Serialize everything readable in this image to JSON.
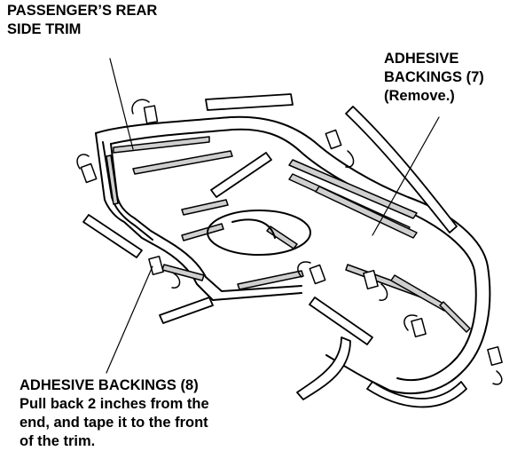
{
  "labels": {
    "passenger_trim": [
      "PASSENGER’S REAR",
      "SIDE TRIM"
    ],
    "backings_7": [
      "ADHESIVE",
      "BACKINGS (7)",
      "(Remove.)"
    ],
    "backings_8": [
      "ADHESIVE BACKINGS (8)",
      "Pull back 2 inches from the",
      "end, and tape it to the front",
      "of the trim."
    ]
  },
  "colors": {
    "ink": "#000000",
    "backing_fill": "#cfcfcf",
    "background": "#ffffff"
  }
}
